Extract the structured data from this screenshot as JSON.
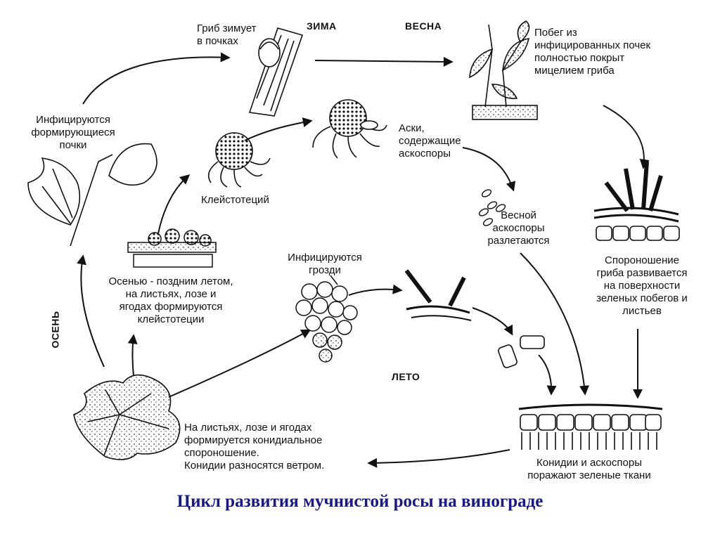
{
  "title": "Цикл развития мучнистой росы на винограде",
  "seasons": {
    "winter": "ЗИМА",
    "spring": "ВЕСНА",
    "summer": "ЛЕТО",
    "autumn": "ОСЕНЬ"
  },
  "labels": {
    "fungus_winters": "Гриб зимует\nв почках",
    "shoot_infected": "Побег из\nинфицированных почек\nполностью покрыт\nмицелием гриба",
    "buds_infected": "Инфицируются\nформирующиеся\nпочки",
    "asci": "Аски,\nсодержащие\nаскоспоры",
    "cleistothecium": "Клейстотеций",
    "ascospores_spring": "Весной\nаскоспоры\nразлетаются",
    "sporulation": "Спороношение\nгриба развивается\nна поверхности\nзеленых побегов и\nлистьев",
    "autumn_cleisto": "Осенью - поздним летом,\nна листьях, лозе и\nягодах формируются\nклейстотеции",
    "clusters": "Инфицируются\nгрозди",
    "conidial": "На листьях, лозе и ягодах\nформируется конидиальное\nспороношение.\nКонидии разносятся ветром.",
    "tissues": "Конидии и аскоспоры\nпоражают зеленые ткани"
  }
}
